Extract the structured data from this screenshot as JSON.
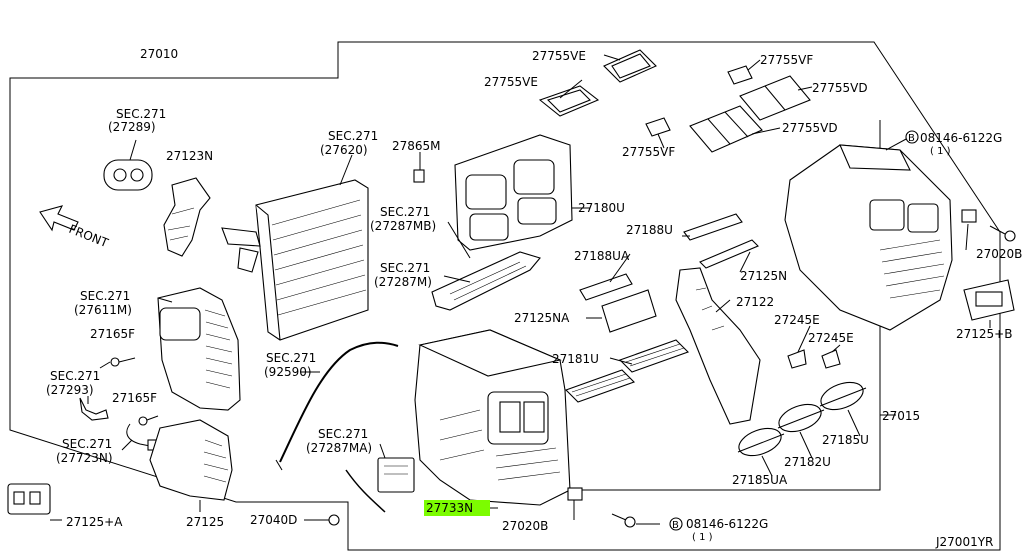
{
  "diagram": {
    "part_numbers": {
      "assembly": "27010",
      "case_frame": "27015",
      "seal_ve_top": "27755VE",
      "seal_ve_mid": "27755VE",
      "seal_vf_top": "27755VF",
      "seal_vf_mid": "27755VF",
      "seal_vd_top": "27755VD",
      "seal_vd_mid": "27755VD",
      "bolt_top": "08146-6122G",
      "bolt_top_qty": "( 1 )",
      "bolt_bottom": "08146-6122G",
      "bolt_bottom_qty": "( 1 )",
      "bolt_letter": "B",
      "sec_27289": "SEC.271",
      "sec_27289_ref": "(27289)",
      "sec_27620": "SEC.271",
      "sec_27620_ref": "(27620)",
      "sec_27287mb": "SEC.271",
      "sec_27287mb_ref": "(27287MB)",
      "sec_27287m": "SEC.271",
      "sec_27287m_ref": "(27287M)",
      "sec_27611m": "SEC.271",
      "sec_27611m_ref": "(27611M)",
      "sec_27293": "SEC.271",
      "sec_27293_ref": "(27293)",
      "sec_27723n": "SEC.271",
      "sec_27723n_ref": "(27723N)",
      "sec_92590": "SEC.271",
      "sec_92590_ref": "(92590)",
      "sec_27287ma": "SEC.271",
      "sec_27287ma_ref": "(27287MA)",
      "p27123n": "27123N",
      "p27865m": "27865M",
      "p27180u": "27180U",
      "p27188u": "27188U",
      "p27188ua": "27188UA",
      "p27125n": "27125N",
      "p27125na": "27125NA",
      "p27122": "27122",
      "p27245e_a": "27245E",
      "p27245e_b": "27245E",
      "p27181u": "27181U",
      "p27165f_a": "27165F",
      "p27165f_b": "27165F",
      "p27125": "27125",
      "p27125a": "27125+A",
      "p27125b": "27125+B",
      "p27040d": "27040D",
      "p27733n": "27733N",
      "p27020b_a": "27020B",
      "p27020b_b": "27020B",
      "p27185u": "27185U",
      "p27182u": "27182U",
      "p27185ua": "27185UA",
      "front": "FRONT",
      "diagram_code": "J27001YR"
    },
    "highlight_color": "#7CFC00"
  }
}
